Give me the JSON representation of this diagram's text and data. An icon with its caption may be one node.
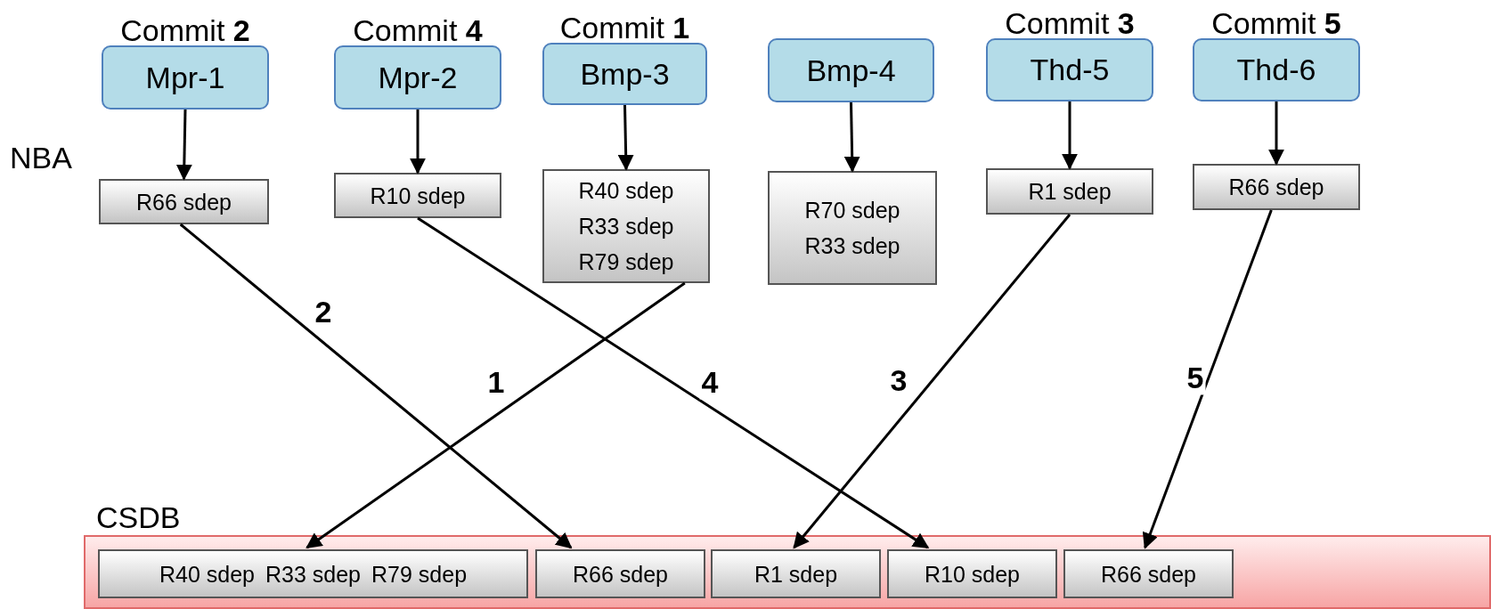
{
  "diagram": {
    "nodes": [
      {
        "text": [
          "Commit **2**",
          "Mpr-1"
        ]
      },
      {
        "text": [
          "Commit **4**",
          "Mpr-2"
        ]
      },
      {
        "text": [
          "Commit **1**",
          "Bmp-3"
        ]
      },
      {
        "text": [
          "Bmp-4"
        ]
      },
      {
        "text": [
          "Commit **3**",
          "Thd-5"
        ]
      },
      {
        "text": [
          "Commit **5**",
          "Thd-6"
        ]
      },
      {
        "text": [
          "R66 sdep"
        ]
      },
      {
        "text": [
          "R10 sdep"
        ]
      },
      {
        "text": [
          "R40 sdep",
          "R33 sdep",
          "R79 sdep"
        ]
      },
      {
        "text": [
          "R70 sdep",
          "R33 sdep"
        ]
      },
      {
        "text": [
          "R1 sdep"
        ]
      },
      {
        "text": [
          "R66 sdep"
        ]
      },
      {
        "text": [
          "CSDB"
        ]
      },
      {
        "text": [
          "R40 sdep",
          "R33 sdep",
          "R79 sdep"
        ],
        "in": 12
      },
      {
        "text": [
          "R66 sdep"
        ],
        "in": 12
      },
      {
        "text": [
          "R1 sdep"
        ],
        "in": 12
      },
      {
        "text": [
          "R10 sdep"
        ],
        "in": 12
      },
      {
        "text": [
          "R66 sdep"
        ],
        "in": 12
      }
    ],
    "edges": [
      {
        "from": 0,
        "to": 6,
        "arrow": "to"
      },
      {
        "from": 1,
        "to": 7,
        "arrow": "to"
      },
      {
        "from": 2,
        "to": 8,
        "arrow": "to"
      },
      {
        "from": 3,
        "to": 9,
        "arrow": "to"
      },
      {
        "from": 4,
        "to": 10,
        "arrow": "to"
      },
      {
        "from": 5,
        "to": 11,
        "arrow": "to"
      },
      {
        "from": 6,
        "to": 14,
        "arrow": "to",
        "label": "2"
      },
      {
        "from": 7,
        "to": 16,
        "arrow": "to",
        "label": "4"
      },
      {
        "from": 8,
        "to": 13,
        "arrow": "to",
        "label": "1"
      },
      {
        "from": 10,
        "to": 15,
        "arrow": "to",
        "label": "3"
      },
      {
        "from": 11,
        "to": 17,
        "arrow": "to",
        "label": "5"
      }
    ],
    "labels": [
      "NBA"
    ]
  }
}
